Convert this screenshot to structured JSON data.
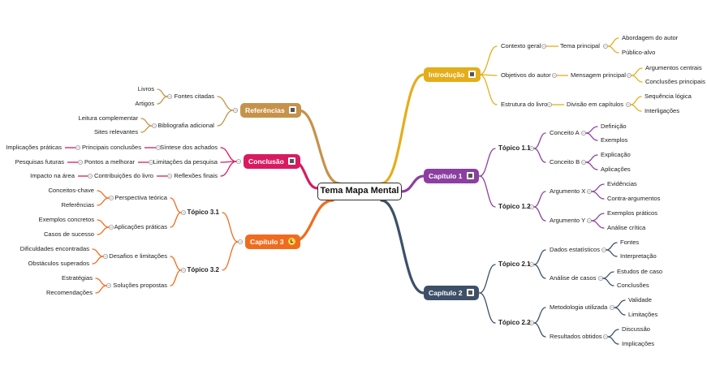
{
  "center": "Tema Mapa Mental",
  "branches": {
    "introducao": {
      "label": "Introdução",
      "color": "#e4ae1a",
      "contexto_geral": "Contexto geral",
      "tema_principal": "Tema principal",
      "abordagem": "Abordagem do autor",
      "publico": "Público-alvo",
      "objetivos": "Objetivos do autor",
      "mensagem": "Mensagem principal",
      "argumentos": "Argumentos centrais",
      "conclusoes": "Conclusões principais",
      "estrutura": "Estrutura do livro",
      "divisao": "Divisão em capítulos",
      "sequencia": "Sequência lógica",
      "interligacoes": "Interligações"
    },
    "capitulo1": {
      "label": "Capítulo 1",
      "color": "#8b3fa0",
      "topico11": "Tópico 1.1",
      "conceito_a": "Conceito A",
      "definicao": "Definição",
      "exemplos": "Exemplos",
      "conceito_b": "Conceito B",
      "explicacao": "Explicação",
      "aplicacoes": "Aplicações",
      "topico12": "Tópico 1.2",
      "argumento_x": "Argumento X",
      "evidencias": "Evidências",
      "contra": "Contra-argumentos",
      "argumento_y": "Argumento Y",
      "exemplos_praticos": "Exemplos práticos",
      "analise_critica": "Análise crítica"
    },
    "capitulo2": {
      "label": "Capítulo 2",
      "color": "#3d5068",
      "topico21": "Tópico 2.1",
      "dados": "Dados estatísticos",
      "fontes": "Fontes",
      "interpretacao": "Interpretação",
      "analise_casos": "Análise de casos",
      "estudos": "Estudos de caso",
      "conclusoes": "Conclusões",
      "topico22": "Tópico 2.2",
      "metodologia": "Metodologia utilizada",
      "validade": "Validade",
      "limitacoes": "Limitações",
      "resultados": "Resultados obtidos",
      "discussao": "Discussão",
      "implicacoes": "Implicações"
    },
    "referencias": {
      "label": "Referências",
      "color": "#c6924a",
      "fontes_citadas": "Fontes citadas",
      "livros": "Livros",
      "artigos": "Artigos",
      "bibliografia": "Bibliografia adicional",
      "leitura": "Leitura complementar",
      "sites": "Sites relevantes"
    },
    "conclusao": {
      "label": "Conclusão",
      "color": "#d81b60",
      "sintese": "Síntese dos achados",
      "principais": "Principais conclusões",
      "implicacoes": "Implicações práticas",
      "limitacoes": "Limitações da pesquisa",
      "pontos": "Pontos a melhorar",
      "pesquisas": "Pesquisas futuras",
      "reflexoes": "Reflexões finais",
      "contribuicoes": "Contribuições do livro",
      "impacto": "Impacto na área"
    },
    "capitulo3": {
      "label": "Capítulo 3",
      "color": "#ef6c1f",
      "topico31": "Tópico 3.1",
      "perspectiva": "Perspectiva teórica",
      "conceitos": "Conceitos-chave",
      "referencias": "Referências",
      "aplicacoes": "Aplicações práticas",
      "exemplos": "Exemplos concretos",
      "casos": "Casos de sucesso",
      "topico32": "Tópico 3.2",
      "desafios": "Desafios e limitações",
      "dificuldades": "Dificuldades encontradas",
      "obstaculos": "Obstáculos superados",
      "solucoes": "Soluções propostas",
      "estrategias": "Estratégias",
      "recomendacoes": "Recomendações"
    }
  }
}
